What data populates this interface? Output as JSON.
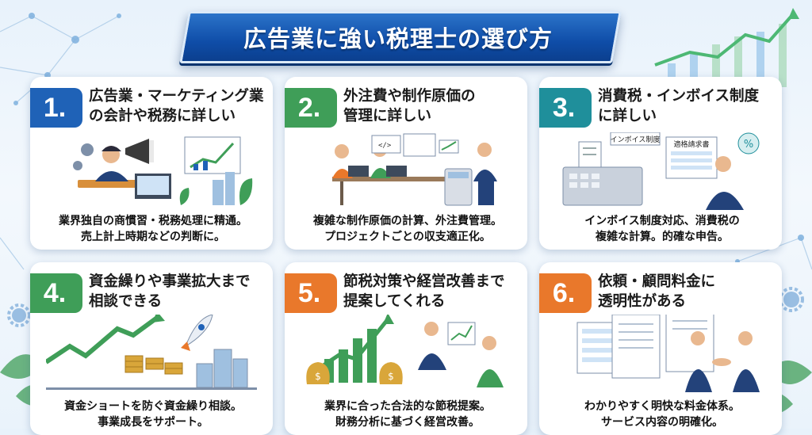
{
  "title": "広告業に強い税理士の選び方",
  "cards": [
    {
      "number": "1.",
      "heading_1": "広告業・マーケティング業",
      "heading_2": "の会計や税務に詳しい",
      "desc_1": "業界独自の商慣習・税務処理に精通。",
      "desc_2": "売上計上時期などの判断に。",
      "color": "#1f62b7"
    },
    {
      "number": "2.",
      "heading_1": "外注費や制作原価の",
      "heading_2": "管理に詳しい",
      "desc_1": "複雑な制作原価の計算、外注費管理。",
      "desc_2": "プロジェクトごとの収支適正化。",
      "color": "#3f9e58"
    },
    {
      "number": "3.",
      "heading_1": "消費税・インボイス制度",
      "heading_2": "に詳しい",
      "desc_1": "インボイス制度対応、消費税の",
      "desc_2": "複雑な計算。的確な申告。",
      "color": "#1f8f9b",
      "sign_1": "インボイス制度",
      "sign_2": "適格請求書"
    },
    {
      "number": "4.",
      "heading_1": "資金繰りや事業拡大まで",
      "heading_2": "相談できる",
      "desc_1": "資金ショートを防ぐ資金繰り相談。",
      "desc_2": "事業成長をサポート。",
      "color": "#3f9e58"
    },
    {
      "number": "5.",
      "heading_1": "節税対策や経営改善まで",
      "heading_2": "提案してくれる",
      "desc_1": "業界に合った合法的な節税提案。",
      "desc_2": "財務分析に基づく経営改善。",
      "color": "#e9782b"
    },
    {
      "number": "6.",
      "heading_1": "依頼・顧問料金に",
      "heading_2": "透明性がある",
      "desc_1": "わかりやすく明快な料金体系。",
      "desc_2": "サービス内容の明確化。",
      "color": "#e9782b"
    }
  ],
  "icons": [
    "gear-icon",
    "megaphone-icon",
    "chart-icon",
    "laptop-icon",
    "calculator-icon",
    "receipt-icon",
    "percent-icon",
    "rocket-icon",
    "coins-icon",
    "money-bag-icon",
    "handshake-icon",
    "document-icon",
    "leaf-icon",
    "growth-arrow-icon"
  ]
}
